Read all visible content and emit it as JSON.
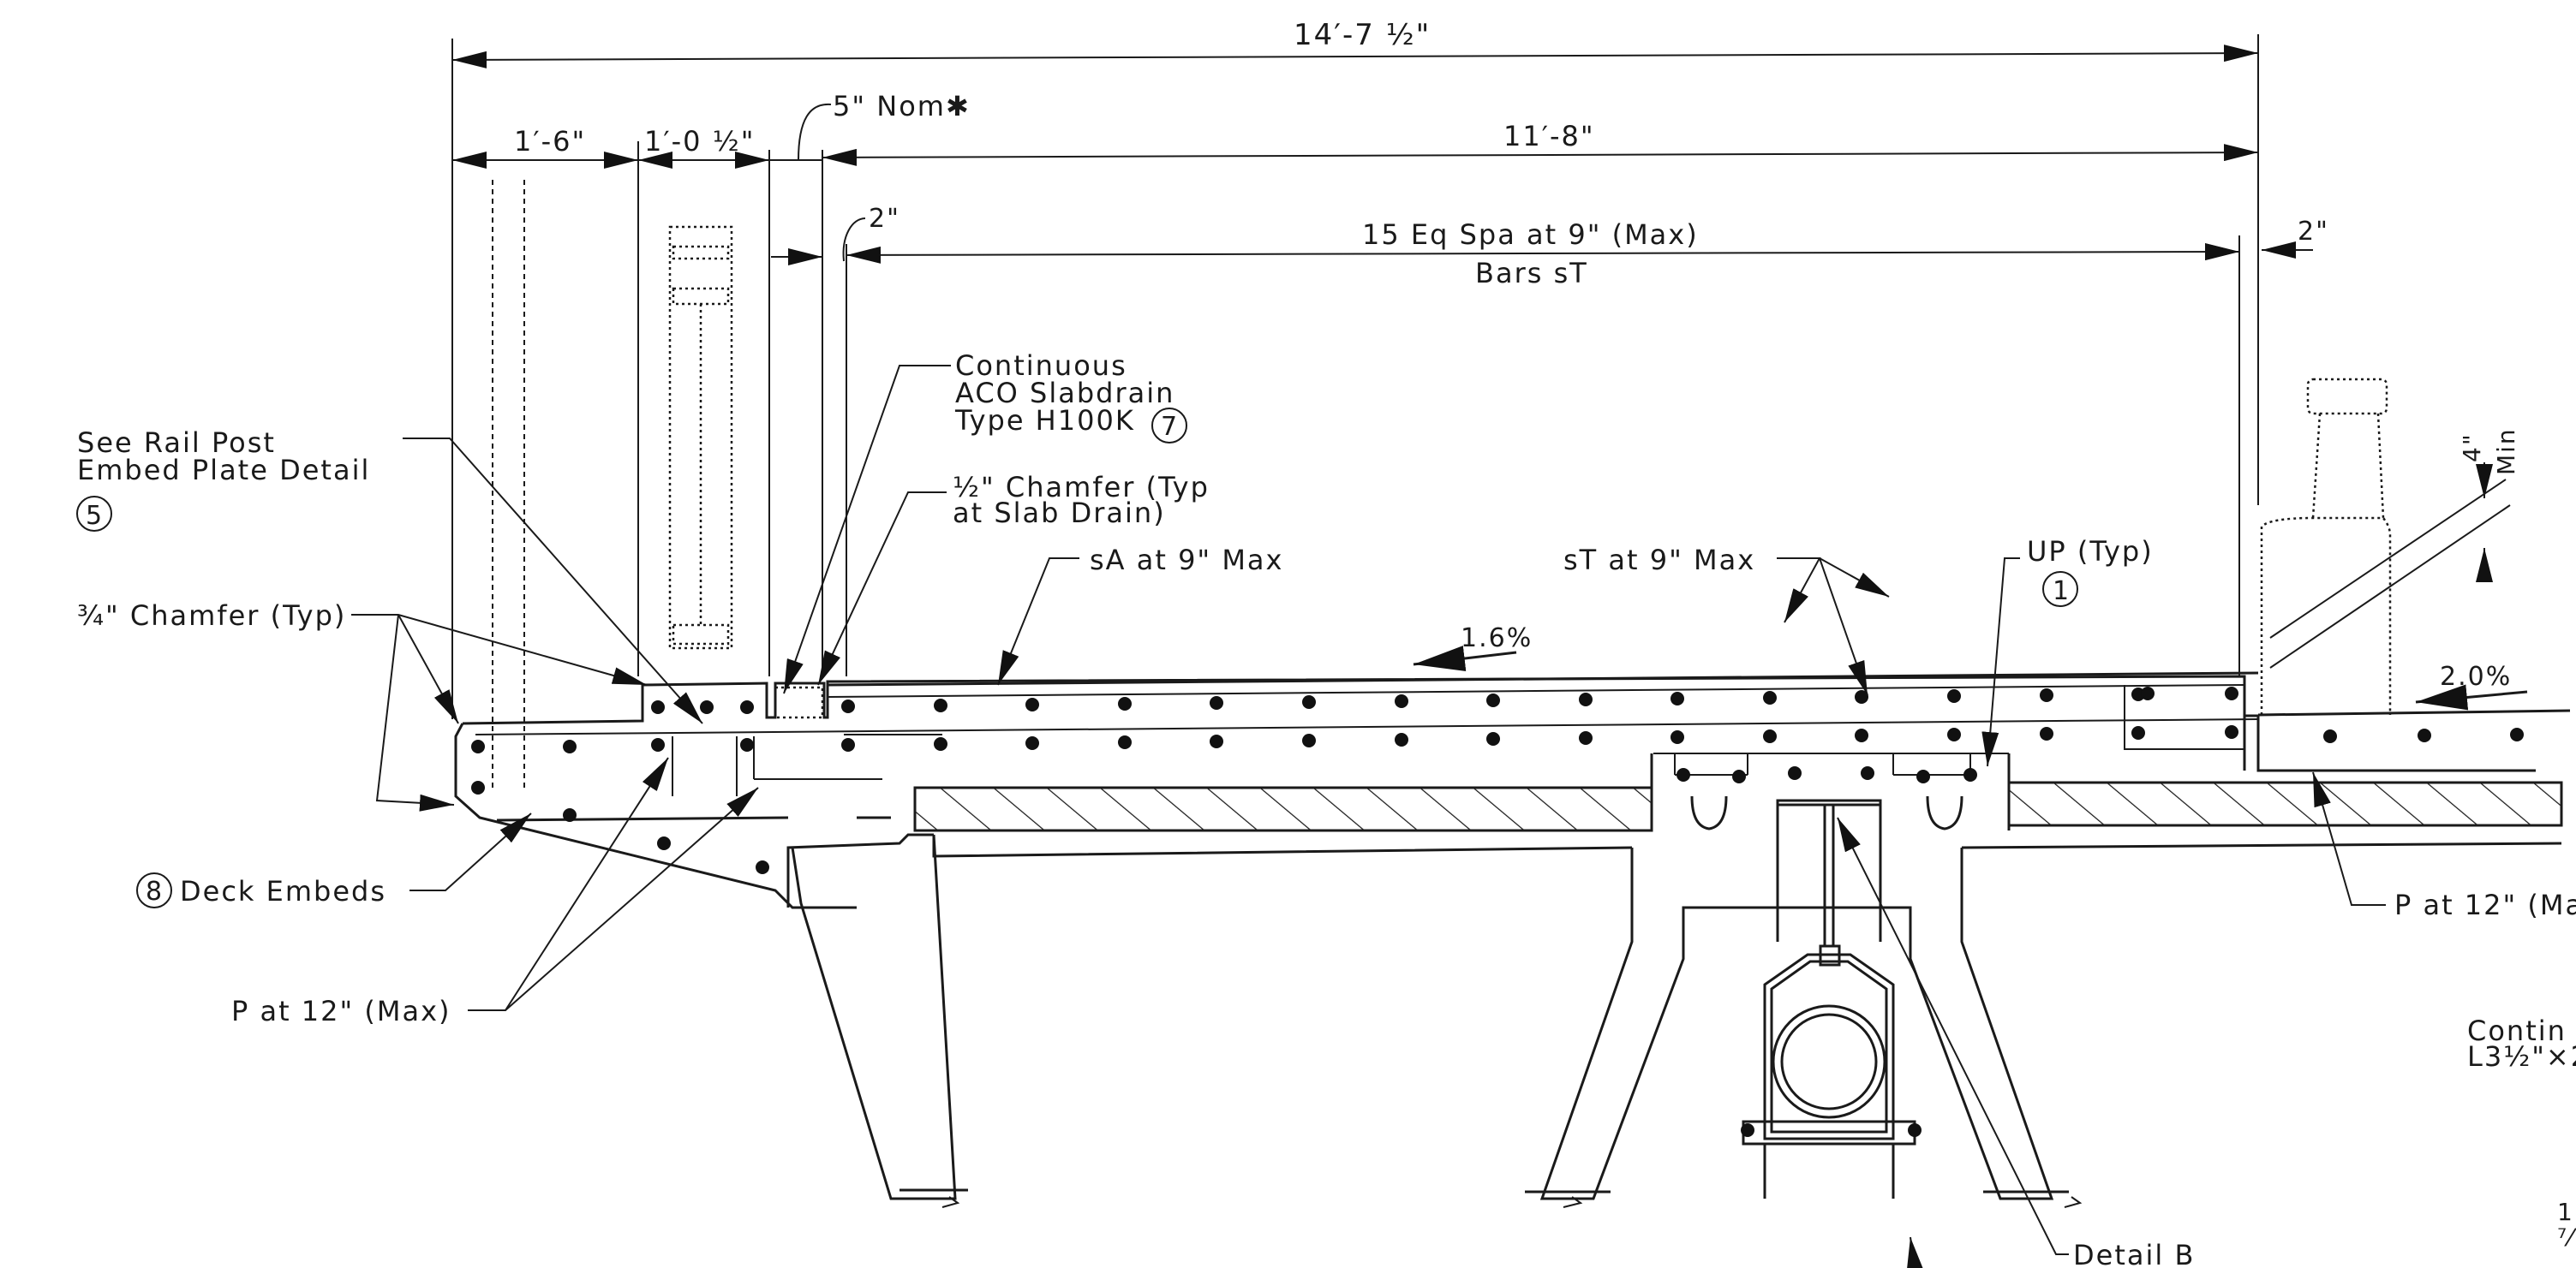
{
  "dimensions": {
    "overall": "14′-7 ½\"",
    "left_overhang": "1′-6\"",
    "curb_width": "1′-0 ½\"",
    "drain_nominal": "5\" Nom✱",
    "main_span": "11′-8\"",
    "bar_offset_left": "2\"",
    "bar_offset_right": "2\"",
    "bar_spacing_line1": "15 Eq Spa at 9\" (Max)",
    "bar_spacing_line2": "Bars sT",
    "min_cover_value": "4\"",
    "min_cover_word": "Min"
  },
  "slopes": {
    "deck": "1.6%",
    "right": "2.0%"
  },
  "callouts": {
    "rail_post_line1": "See Rail Post",
    "rail_post_line2": "Embed Plate Detail",
    "rail_post_num": "5",
    "chamfer_34": "¾\" Chamfer (Typ)",
    "drain_line1": "Continuous",
    "drain_line2": "ACO Slabdrain",
    "drain_line3": "Type H100K",
    "drain_num": "7",
    "chamfer_half_line1": "½\" Chamfer (Typ",
    "chamfer_half_line2": "at Slab Drain)",
    "sa_bars": "sA at 9\" Max",
    "st_bars": "sT at 9\" Max",
    "up_bars": "UP (Typ)",
    "up_num": "1",
    "deck_embeds_num": "8",
    "deck_embeds": "Deck Embeds",
    "p_left": "P at 12\" (Max)",
    "p_right": "P at 12\" (Ma",
    "detail_b": "Detail B",
    "angle_line1": "Contin",
    "angle_line2": "L3½\"×2",
    "corner_1": "1\"",
    "corner_2": "⁷⁄"
  }
}
